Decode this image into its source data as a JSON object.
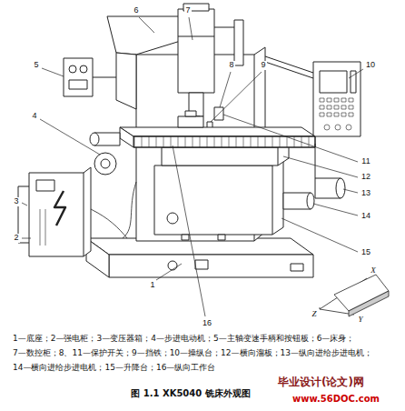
{
  "diagram": {
    "caption": "图 1.1 XK5040 铣床外观图",
    "labels": [
      "6",
      "7",
      "5",
      "8",
      "9",
      "10",
      "4",
      "11",
      "12",
      "13",
      "3",
      "14",
      "2",
      "15",
      "1",
      "16",
      "X",
      "Z",
      "Y",
      "1—底座；2—强电柜；3—变压器箱；4—步进电动机；5—主轴变速手柄和按钮板；6—床身；",
      "7—数控柜；8、11—保护开关；9—挡铁；10—操纵台；12—横向溜板；13—纵向进给步进电机；",
      "14—横向进给步进电机；15—升降台；16—纵向工作台",
      "毕业设计(论文)网",
      "www.56DOC.com"
    ]
  }
}
